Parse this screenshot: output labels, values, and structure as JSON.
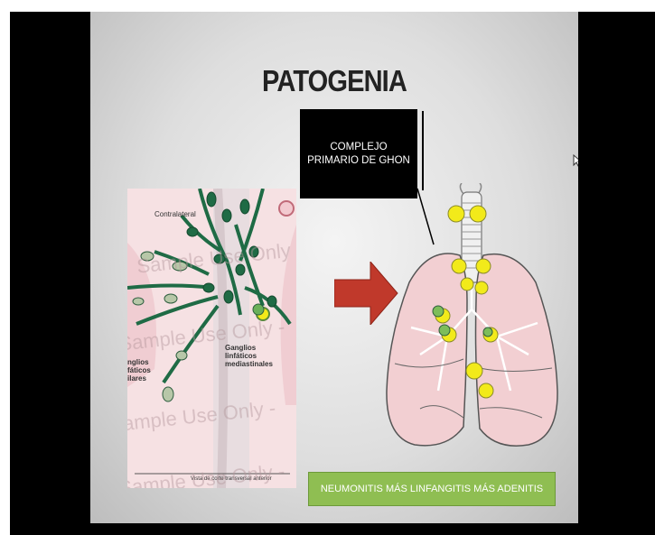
{
  "slide": {
    "title": "PATOGENIA",
    "ghon_box": {
      "line1": "COMPLEJO",
      "line2": "PRIMARIO DE GHON"
    },
    "anatomy": {
      "label_contralateral": "Contralateral",
      "label_ganglios_left": [
        "nglios",
        "fáticos",
        "ilares"
      ],
      "label_ganglios_mediastinales": [
        "Ganglios",
        "linfáticos",
        "mediastinales"
      ],
      "caption": "Vista de corte transversal anterior",
      "watermark": "Sample Use Only -"
    },
    "banner": "NEUMONITIS MÁS LINFANGITIS MÁS ADENITIS"
  },
  "colors": {
    "arrow": "#c0392b",
    "lymph_node": "#f2ea1a",
    "lung_fill": "#f2cfd2",
    "banner": "#8fbe52",
    "lymph_vessel": "#1f6b45"
  },
  "icons": {
    "cursor": "mouse-pointer-icon",
    "arrow": "right-arrow-icon"
  }
}
